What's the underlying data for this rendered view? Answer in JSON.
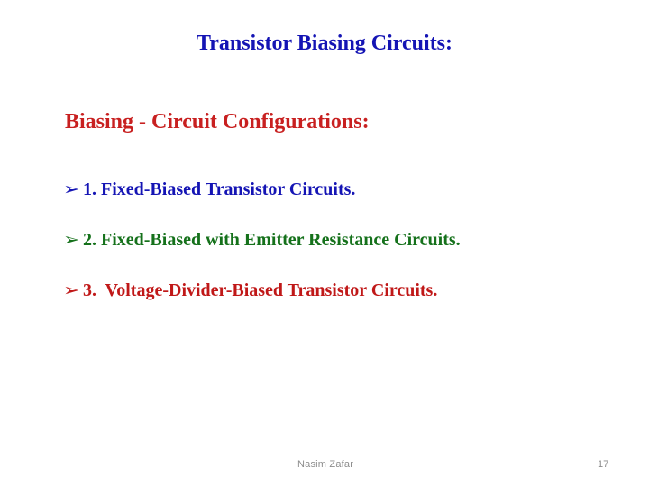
{
  "slide": {
    "background_color": "#FFFFFF",
    "title": {
      "text": "Transistor Biasing Circuits:",
      "color": "#1414B4"
    },
    "subtitle": {
      "text": "Biasing - Circuit Configurations:",
      "color": "#C82020"
    },
    "bullets": [
      {
        "marker": "➢",
        "marker_icon_name": "arrowhead-bullet-icon",
        "text": "1. Fixed-Biased Transistor Circuits.",
        "color": "#1414B4"
      },
      {
        "marker": "➢",
        "marker_icon_name": "arrowhead-bullet-icon",
        "text": "2. Fixed-Biased with Emitter Resistance Circuits.",
        "color": "#15711B"
      },
      {
        "marker": "➢",
        "marker_icon_name": "arrowhead-bullet-icon",
        "text": "3.  Voltage-Divider-Biased Transistor Circuits.",
        "color": "#C01818"
      }
    ],
    "footer": {
      "author": "Nasim Zafar",
      "page_number": "17",
      "color": "#8C8C8C"
    }
  }
}
